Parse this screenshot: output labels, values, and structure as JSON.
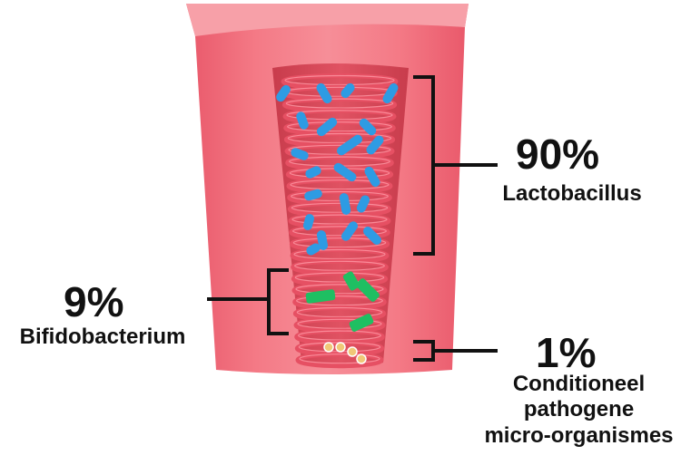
{
  "colors": {
    "tissue_light": "#f47a86",
    "tissue_mid": "#ea5d6c",
    "tissue_dark": "#c83c4c",
    "rings": "#e65063",
    "ring_highlight": "#ff9aa6",
    "lactobacillus": "#2e9be3",
    "bifidobacterium": "#1fbf62",
    "pathogens": "#f0c878",
    "bracket": "#111111"
  },
  "groups": [
    {
      "id": "lacto",
      "percent": "90%",
      "label": "Lactobacillus",
      "share": 0.9
    },
    {
      "id": "bifido",
      "percent": "9%",
      "label": "Bifidobacterium",
      "share": 0.09
    },
    {
      "id": "other",
      "percent": "1%",
      "label_lines": [
        "Conditioneel",
        "pathogene",
        "micro-organismes"
      ],
      "share": 0.01
    }
  ]
}
